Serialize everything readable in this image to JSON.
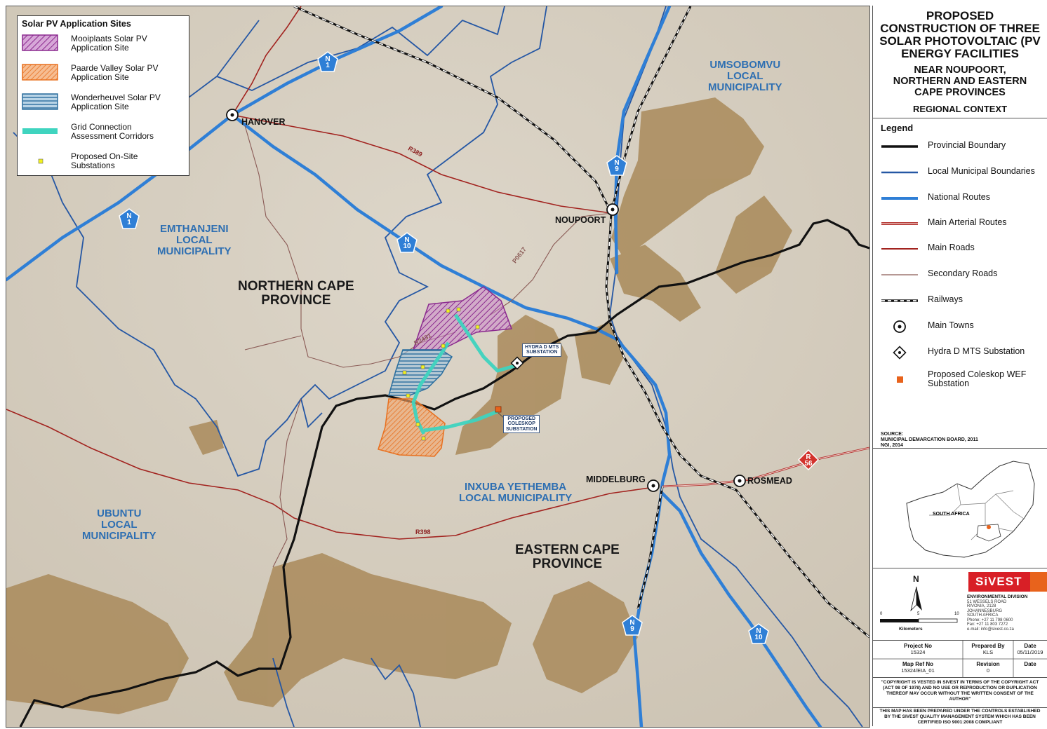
{
  "site_legend": {
    "title": "Solar PV Application Sites",
    "items": [
      {
        "label": "Mooiplaats Solar PV\nApplication Site",
        "color": "#8b2a8f"
      },
      {
        "label": "Paarde Valley Solar PV\nApplication Site",
        "color": "#e8701f"
      },
      {
        "label": "Wonderheuvel Solar PV\nApplication Site",
        "color": "#2b6e9e"
      },
      {
        "label": "Grid Connection\nAssessment Corridors",
        "color": "#3fd4bf"
      },
      {
        "label": "Proposed On-Site\nSubstations",
        "color": "#f2f21e"
      }
    ]
  },
  "map": {
    "municipalities": [
      {
        "name": "EMTHANJENI\nLOCAL\nMUNICIPALITY"
      },
      {
        "name": "UMSOBOMVU\nLOCAL\nMUNICIPALITY"
      },
      {
        "name": "INXUBA YETHEMBA\nLOCAL MUNICIPALITY"
      },
      {
        "name": "UBUNTU\nLOCAL\nMUNICIPALITY"
      }
    ],
    "provinces": [
      {
        "name": "NORTHERN CAPE\nPROVINCE"
      },
      {
        "name": "EASTERN CAPE\nPROVINCE"
      }
    ],
    "towns": [
      "HANOVER",
      "NOUPOORT",
      "MIDDELBURG",
      "ROSMEAD"
    ],
    "road_labels": [
      "R389",
      "P0617",
      "R398",
      "R2431"
    ],
    "shields": [
      {
        "top": "N",
        "num": "1"
      },
      {
        "top": "N",
        "num": "1"
      },
      {
        "top": "N",
        "num": "9"
      },
      {
        "top": "N",
        "num": "10"
      },
      {
        "top": "N",
        "num": "9"
      },
      {
        "top": "N",
        "num": "10"
      },
      {
        "top": "R",
        "num": "56"
      }
    ],
    "callouts": {
      "hydra": "HYDRA D MTS\nSUBSTATION",
      "coleskop": "PROPOSED\nCOLESKOP\nSUBSTATION"
    }
  },
  "panel": {
    "title_main": "PROPOSED\nCONSTRUCTION OF THREE\nSOLAR PHOTOVOLTAIC (PV\nENERGY FACILITIES",
    "title_sub": "NEAR NOUPOORT,\nNORTHERN AND EASTERN\nCAPE PROVINCES",
    "title_context": "REGIONAL CONTEXT",
    "legend_heading": "Legend",
    "legend": [
      {
        "label": "Provincial Boundary",
        "symbol": "provincial"
      },
      {
        "label": "Local Municipal Boundaries",
        "symbol": "local"
      },
      {
        "label": "National Routes",
        "symbol": "national"
      },
      {
        "label": "Main Arterial Routes",
        "symbol": "arterial"
      },
      {
        "label": "Main Roads",
        "symbol": "mainroad"
      },
      {
        "label": "Secondary Roads",
        "symbol": "secondary"
      },
      {
        "label": "Railways",
        "symbol": "railway"
      },
      {
        "label": "Main Towns",
        "symbol": "town"
      },
      {
        "label": "Hydra D MTS Substation",
        "symbol": "hydra"
      },
      {
        "label": "Proposed Coleskop WEF\nSubstation",
        "symbol": "coleskop"
      }
    ],
    "source": "SOURCE:\nMUNICIPAL DEMARCATION BOARD, 2011\nNGI, 2014",
    "inset_label": "SOUTH AFRICA",
    "north": "N",
    "scale": {
      "ticks": [
        "0",
        "5",
        "10"
      ],
      "unit": "Kilometers"
    },
    "logo": "SiVEST",
    "address": {
      "division": "ENVIRONMENTAL DIVISION",
      "lines": "51 WESSELS ROAD\nRIVONIA, 2128\nJOHANNESBURG\nSOUTH AFRICA",
      "contact": "Phone: +27 11 798 0600\nFax:   +27 11 803 7272\ne-mail: info@sivest.co.za"
    },
    "table": {
      "project_no_label": "Project No",
      "project_no": "15324",
      "prepared_label": "Prepared By",
      "prepared": "KLS",
      "date_label": "Date",
      "date": "05/11/2019",
      "mapref_label": "Map Ref No",
      "mapref": "15324/EIA_01",
      "revision_label": "Revision",
      "revision": "0",
      "date2_label": "Date",
      "date2": ""
    },
    "copyright": "\"COPYRIGHT IS VESTED IN SIVEST IN TERMS OF THE COPYRIGHT ACT (ACT 98 OF 1978) AND NO USE OR REPRODUCTION OR DUPLICATION THEREOF MAY OCCUR WITHOUT THE WRITTEN CONSENT OF THE AUTHOR\"",
    "quality": "THIS MAP HAS BEEN PREPARED UNDER THE CONTROLS ESTABLISHED BY THE SIVEST QUALITY MANAGEMENT SYSTEM WHICH HAS BEEN CERTIFIED ISO 9001:2008 COMPLIANT"
  },
  "colors": {
    "national": "#2f7fd6",
    "local": "#2557a4",
    "arterial": "#a2231f",
    "secondary": "#8a5a55",
    "provincial": "#111111",
    "terrain": "#a98a5a",
    "muni_text": "#2e6fb2",
    "coleskop": "#e8631c"
  }
}
